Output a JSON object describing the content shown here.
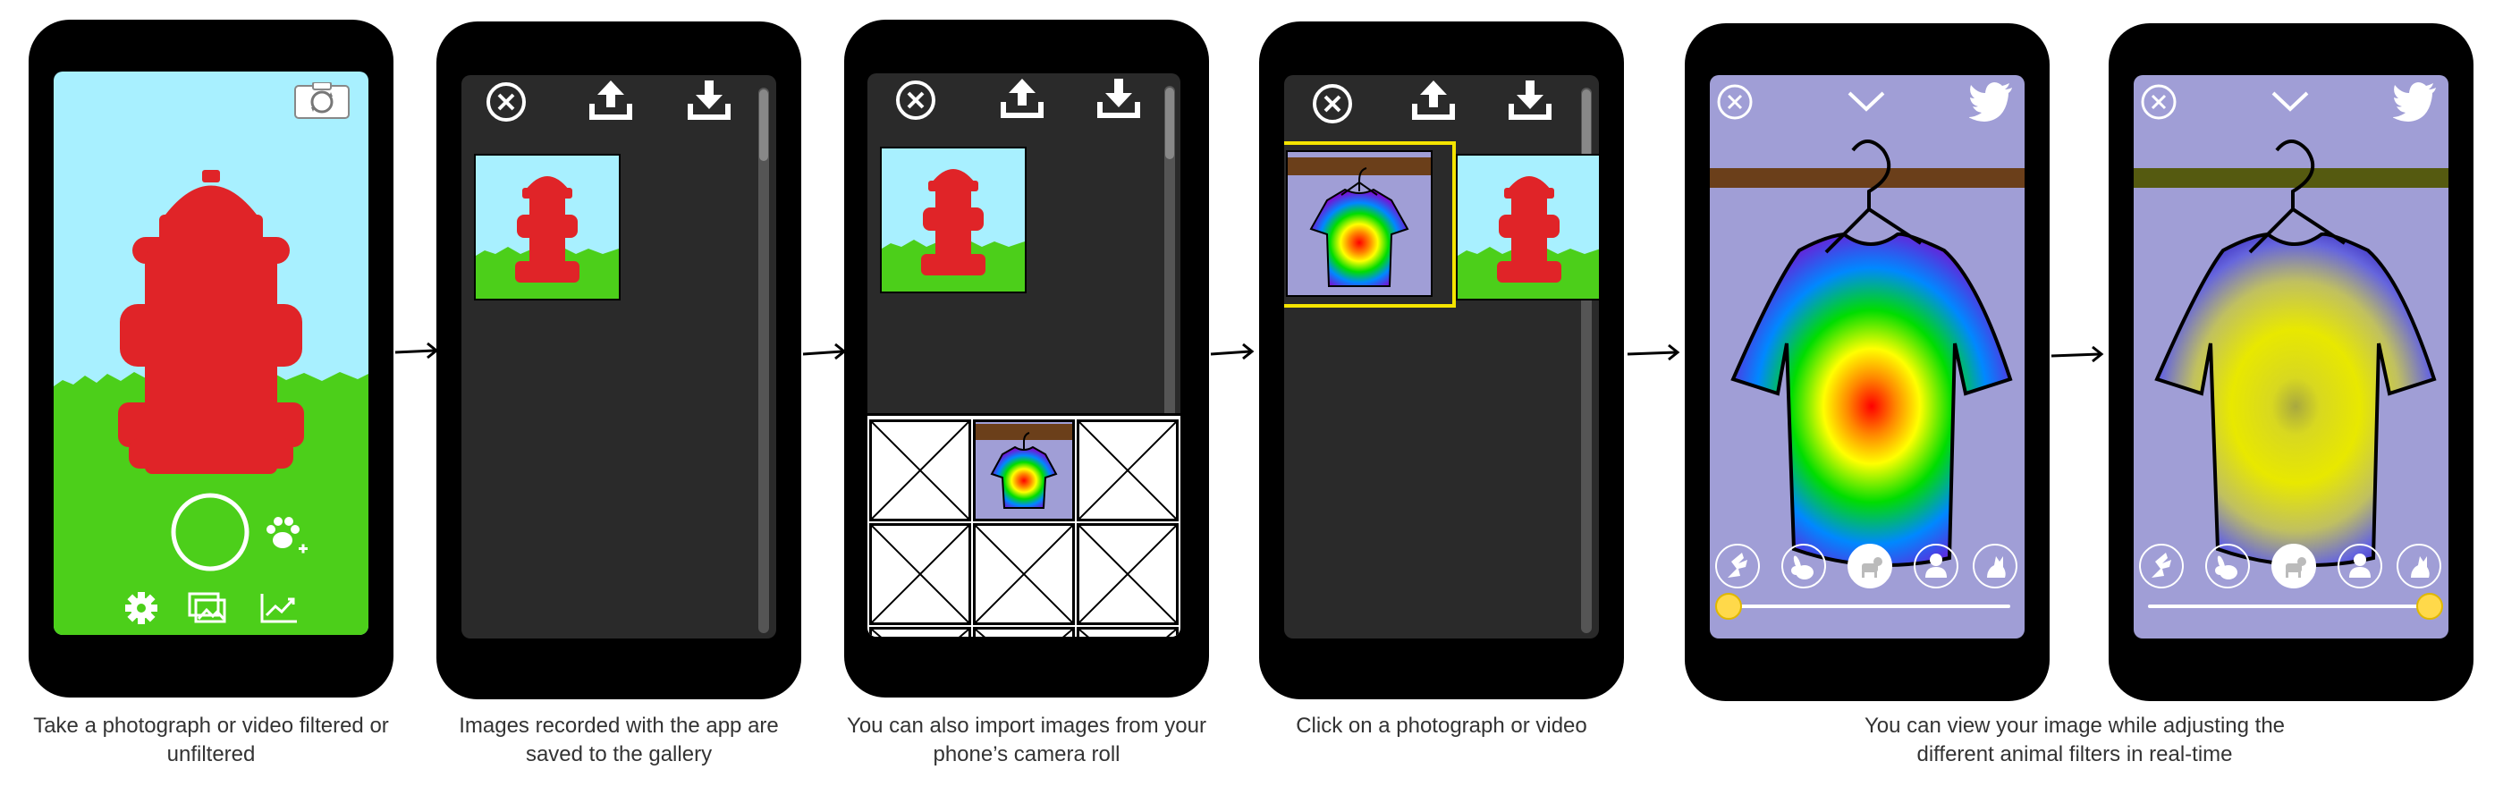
{
  "captions": {
    "step1": "Take a photograph or video filtered or unfiltered",
    "step2": "Images recorded with the app are saved to the gallery",
    "step3": "You can also import images from your phone’s camera roll",
    "step4": "Click on a photograph or video",
    "step5": "You can view your image while adjusting the different animal filters in real-time"
  },
  "icons": {
    "camera_flip": "camera-flip-icon",
    "shutter": "shutter-button",
    "paw_add": "paw-plus-icon",
    "settings": "gear-icon",
    "gallery": "gallery-icon",
    "stats": "stats-icon",
    "close": "close-icon",
    "upload": "upload-icon",
    "download": "download-icon",
    "collapse": "chevron-down-icon",
    "share": "twitter-icon",
    "filters": [
      "bird-icon",
      "rabbit-icon",
      "dog-icon",
      "person-icon",
      "cat-icon"
    ]
  },
  "filter_slider": {
    "screen5_level": 0.0,
    "screen6_level": 1.0,
    "selected_filter_index": 2
  },
  "colors": {
    "hydrant_red": "#e02428",
    "sky": "#a8f0ff",
    "grass": "#4ccf1a",
    "filter_bg": "#a09ed6",
    "highlight": "#f5e400"
  }
}
